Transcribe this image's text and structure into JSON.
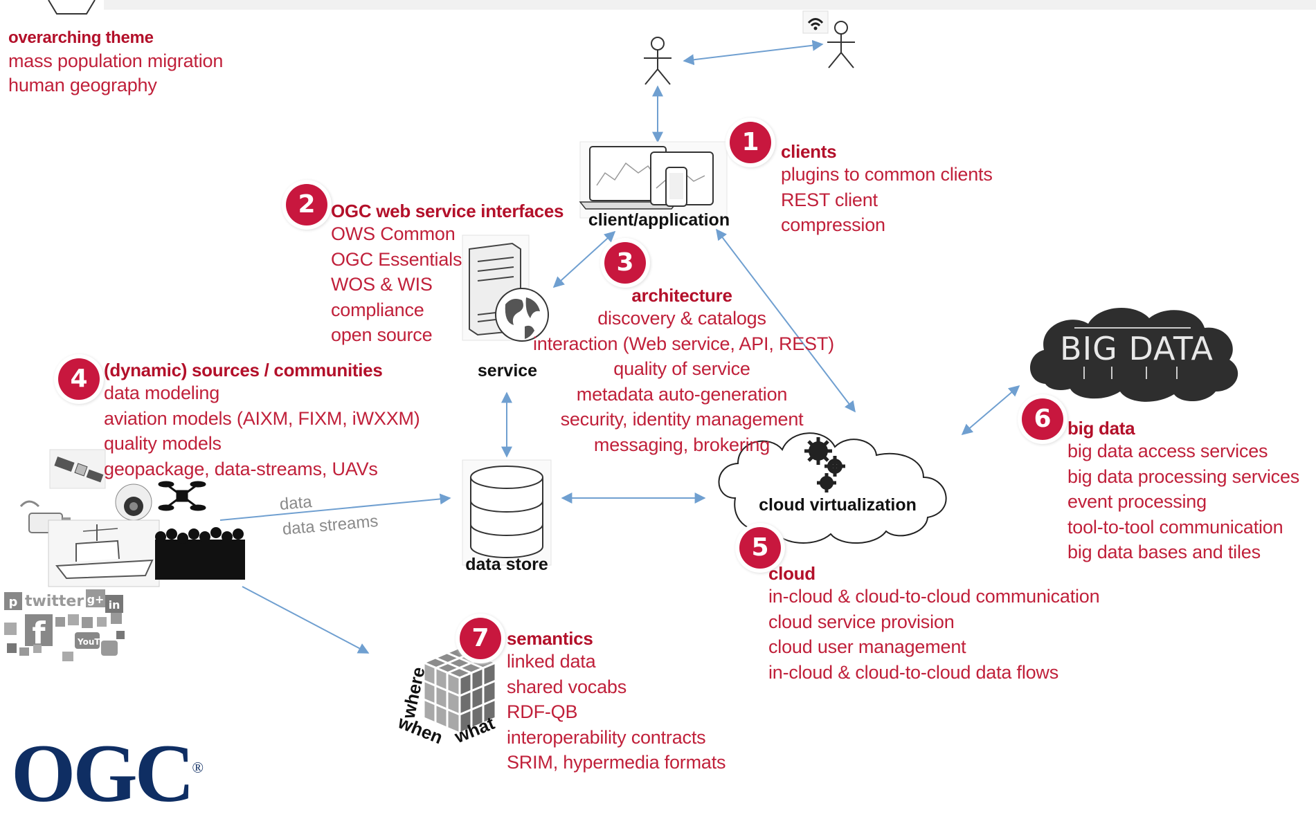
{
  "theme": {
    "title": "overarching theme",
    "lines": [
      "mass population migration",
      "human geography"
    ]
  },
  "clients": {
    "number": "1",
    "title": "clients",
    "lines": [
      "plugins to common clients",
      "REST client",
      "compression"
    ]
  },
  "ogc_web_services": {
    "number": "2",
    "title": "OGC web service interfaces",
    "lines": [
      "OWS Common",
      "OGC Essentials",
      "WOS & WIS",
      "compliance",
      "open source"
    ]
  },
  "architecture": {
    "number": "3",
    "title": "architecture",
    "lines": [
      "discovery & catalogs",
      "interaction (Web service, API, REST)",
      "quality of service",
      "metadata auto-generation",
      "security, identity management",
      "messaging, brokering"
    ]
  },
  "sources": {
    "number": "4",
    "title": "(dynamic) sources / communities",
    "lines": [
      "data modeling",
      "aviation models (AIXM, FIXM, iWXXM)",
      "quality models",
      "geopackage, data-streams, UAVs"
    ]
  },
  "cloud": {
    "number": "5",
    "title": "cloud",
    "lines": [
      "in-cloud & cloud-to-cloud communication",
      "cloud service provision",
      "cloud user management",
      "in-cloud & cloud-to-cloud data flows"
    ]
  },
  "big_data": {
    "number": "6",
    "title": "big data",
    "lines": [
      "big data access services",
      "big data processing services",
      "event processing",
      "tool-to-tool communication",
      "big data bases and tiles"
    ]
  },
  "semantics": {
    "number": "7",
    "title": "semantics",
    "lines": [
      "linked data",
      "shared vocabs",
      "RDF-QB",
      "interoperability contracts",
      "SRIM, hypermedia formats"
    ]
  },
  "nodes": {
    "client": "client/application",
    "service": "service",
    "data_store": "data store",
    "cloud": "cloud virtualization",
    "big_data_cloud": "BIG DATA"
  },
  "flow_labels": {
    "data": "data",
    "data_streams": "data streams"
  },
  "social": {
    "twitter": "twitter",
    "youtube": "YouTube",
    "facebook": "f",
    "google_plus": "g+",
    "linkedin": "in",
    "pinterest": "p"
  },
  "cube_labels": {
    "where": "where",
    "when": "when",
    "what": "what"
  },
  "logo": {
    "text": "OGC",
    "mark": "®"
  },
  "colors": {
    "accent": "#c8173e",
    "text_red": "#c0203a",
    "arrow": "#6f9fd0",
    "logo": "#0f2e63"
  },
  "icons": [
    "user-icon",
    "wifi-icon",
    "laptop-tablet-phone-icon",
    "server-globe-icon",
    "database-icon",
    "cloud-gears-icon",
    "big-data-cloud-icon",
    "satellite-icon",
    "camera-icon",
    "drone-icon",
    "ship-icon",
    "crowd-icon",
    "social-media-icon",
    "data-cube-icon"
  ]
}
